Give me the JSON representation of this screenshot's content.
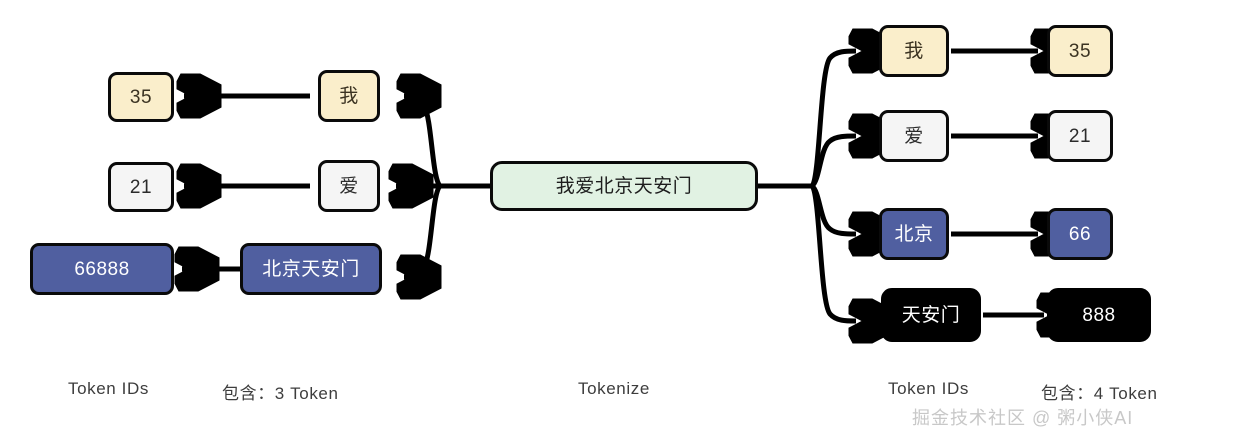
{
  "diagram": {
    "title": "Tokenize",
    "source_text": "我爱北京天安门",
    "left": {
      "caption_token_ids": "Token IDs",
      "caption_count": "包含：3 Token",
      "tokens": [
        {
          "token": "我",
          "id": "35"
        },
        {
          "token": "爱",
          "id": "21"
        },
        {
          "token": "北京天安门",
          "id": "66888"
        }
      ]
    },
    "center": {
      "label": "Tokenize"
    },
    "right": {
      "caption_token_ids": "Token IDs",
      "caption_count": "包含：4 Token",
      "tokens": [
        {
          "token": "我",
          "id": "35"
        },
        {
          "token": "爱",
          "id": "21"
        },
        {
          "token": "北京",
          "id": "66"
        },
        {
          "token": "天安门",
          "id": "888"
        }
      ]
    },
    "watermark": "掘金技术社区 @ 粥小侠AI",
    "colors": {
      "cream": "#faeecb",
      "white": "#f5f5f5",
      "blue": "#505fa0",
      "black": "#000000",
      "green": "#e1f2e3",
      "stroke": "#000000"
    }
  }
}
